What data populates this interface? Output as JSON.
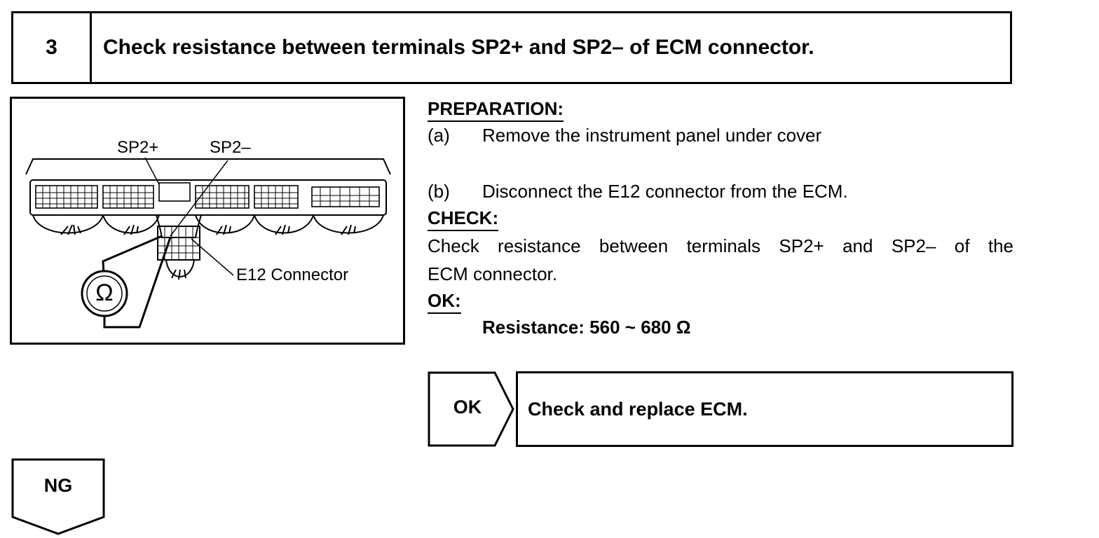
{
  "step": {
    "number": "3",
    "title": "Check resistance between terminals SP2+ and SP2– of ECM connector."
  },
  "figure": {
    "label_sp2_plus": "SP2+",
    "label_sp2_minus": "SP2–",
    "label_connector": "E12 Connector",
    "meter_symbol": "Ω"
  },
  "preparation": {
    "heading": "PREPARATION:",
    "steps": [
      {
        "letter": "(a)",
        "text": "Remove the instrument panel under cover"
      },
      {
        "letter": "(b)",
        "text": "Disconnect the E12 connector from the ECM."
      }
    ]
  },
  "check": {
    "heading": "CHECK:",
    "line1": "Check resistance between terminals SP2+ and SP2– of the",
    "line2": "ECM connector."
  },
  "ok_spec": {
    "heading": "OK:",
    "value": "Resistance: 560 ~ 680 Ω"
  },
  "result_ok": {
    "label": "OK",
    "action": "Check and replace ECM."
  },
  "result_ng": {
    "label": "NG"
  }
}
